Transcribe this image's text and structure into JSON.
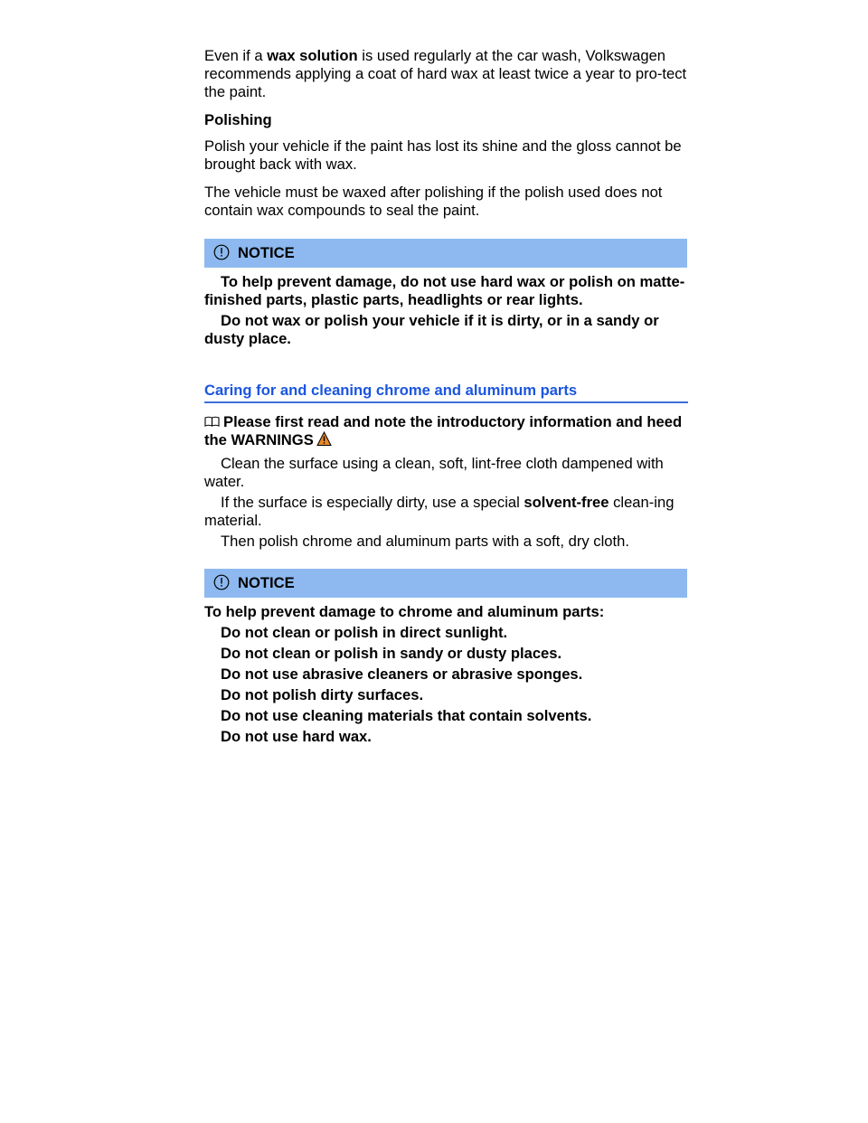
{
  "wax": {
    "p1_a": "Even if a ",
    "p1_b": "wax solution",
    "p1_c": " is used regularly at the car wash, Volkswagen recommends applying a coat of hard wax at least twice a year to pro-tect the paint."
  },
  "polishing": {
    "heading": "Polishing",
    "p1": "Polish your vehicle if the paint has lost its shine and the gloss cannot be brought back with wax.",
    "p2": "The vehicle must be waxed after polishing if the polish used does not contain wax compounds to seal the paint."
  },
  "notice1": {
    "label": "NOTICE",
    "line1": "To help prevent damage, do not use hard wax or polish on matte-finished parts, plastic parts, headlights or rear lights.",
    "line2": "Do not wax or polish your vehicle if it is dirty, or in a sandy or dusty place."
  },
  "chrome": {
    "title": "Caring for and cleaning chrome and aluminum parts",
    "intro": "Please first read and note the introductory information and heed the WARNINGS",
    "step1": "Clean the surface using a clean, soft, lint-free cloth dampened with water.",
    "step2_a": "If the surface is especially dirty, use a special ",
    "step2_b": "solvent-free",
    "step2_c": " clean-ing material.",
    "step3": "Then polish chrome and aluminum parts with a soft, dry cloth."
  },
  "notice2": {
    "label": "NOTICE",
    "lead": "To help prevent damage to chrome and aluminum parts:",
    "items": [
      "Do not clean or polish in direct sunlight.",
      "Do not clean or polish in sandy or dusty places.",
      "Do not use abrasive cleaners or abrasive sponges.",
      "Do not polish dirty surfaces.",
      "Do not use cleaning materials that contain solvents.",
      "Do not use hard wax."
    ]
  },
  "colors": {
    "notice_bar": "#8db9f0",
    "section_title": "#1a55e0",
    "warning_triangle": "#e8892a"
  },
  "icons": {
    "notice": "notice-exclamation-icon",
    "book": "book-icon",
    "warning": "warning-triangle-icon"
  }
}
